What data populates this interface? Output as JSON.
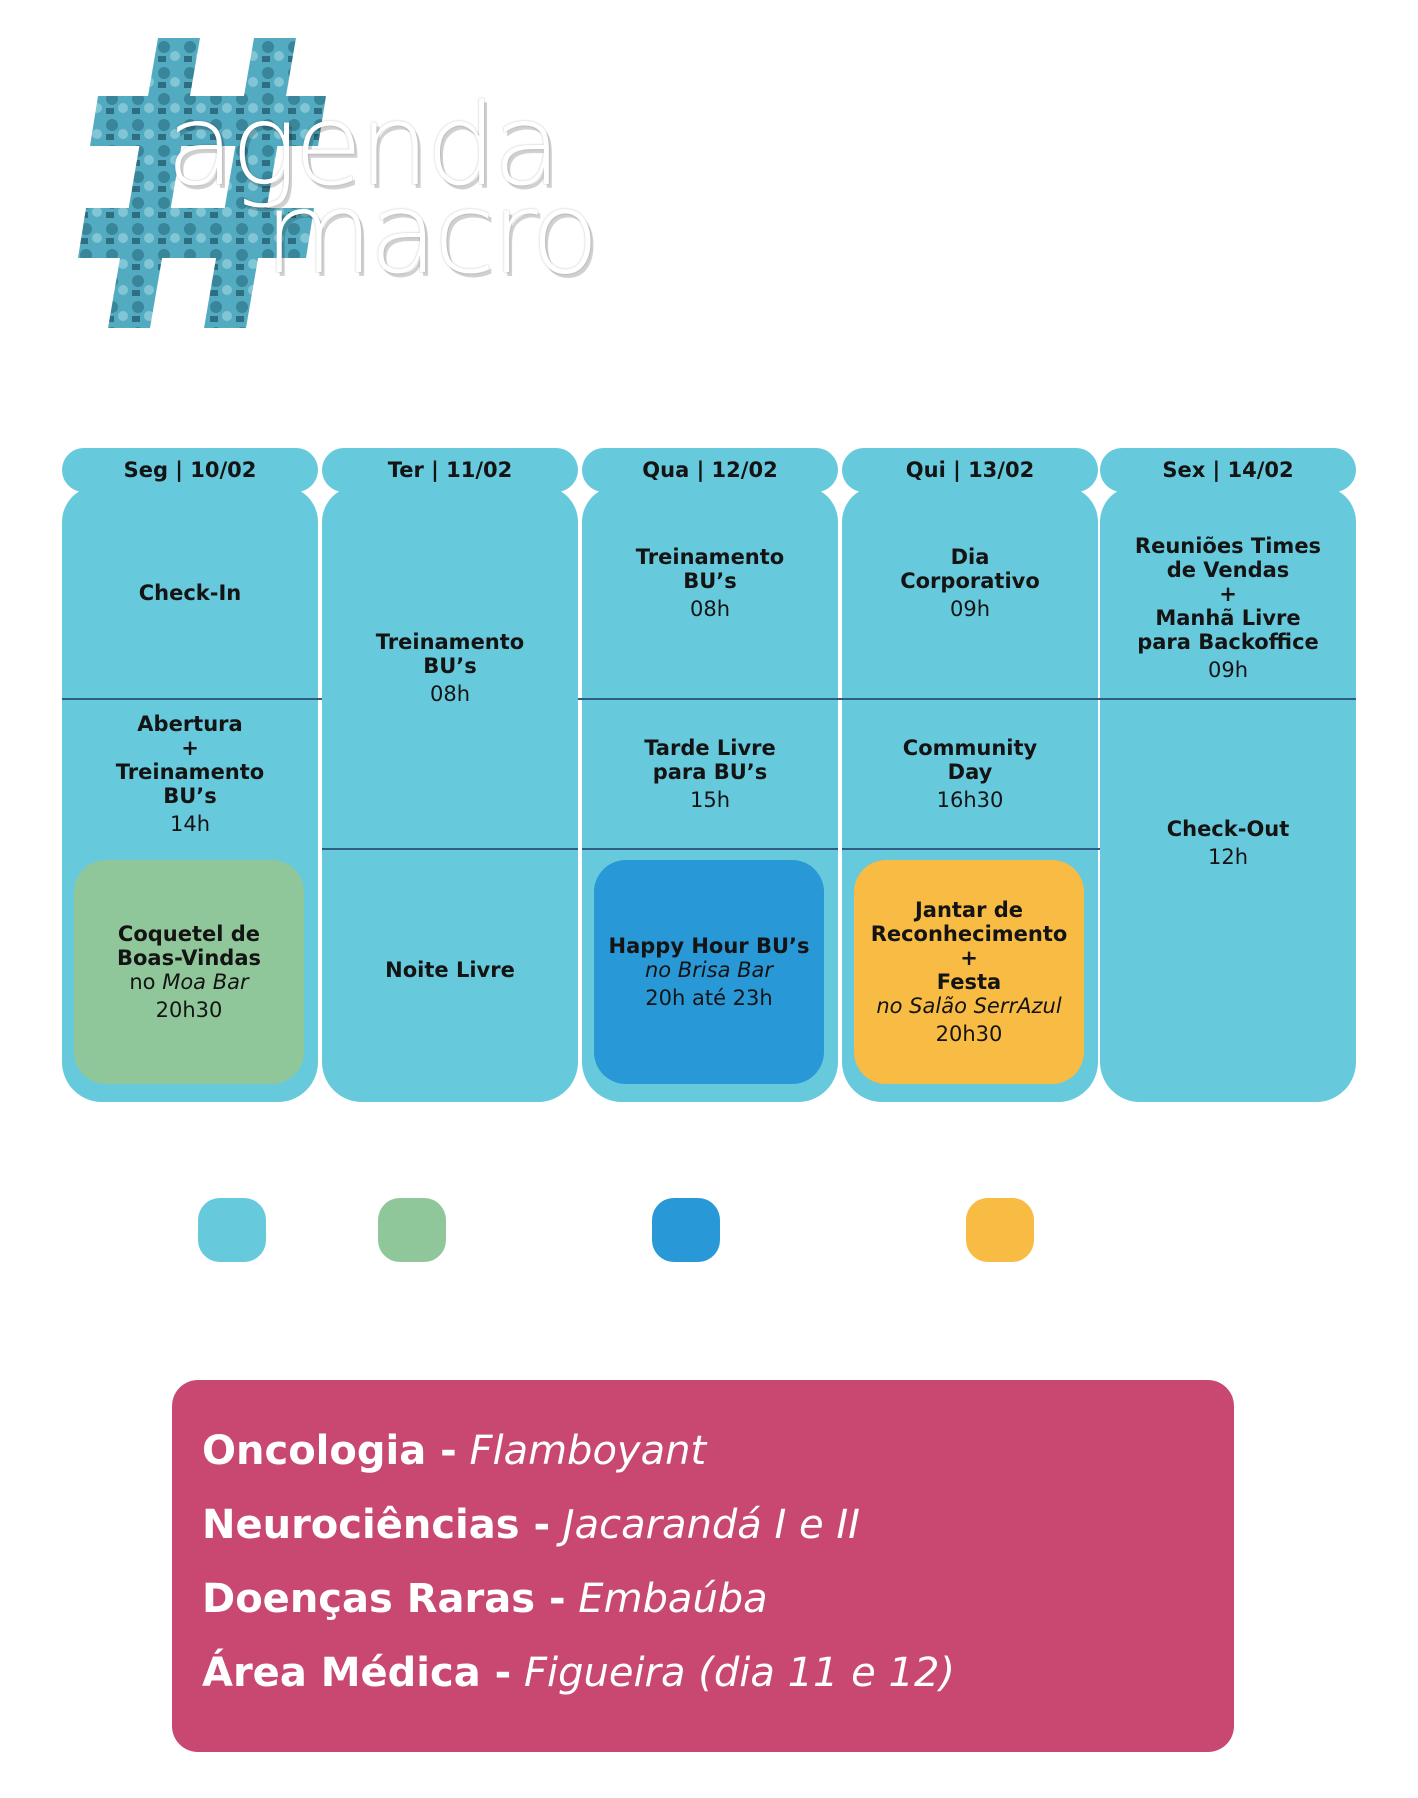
{
  "logo": {
    "line1": "agenda",
    "line2": "macro"
  },
  "days": [
    {
      "tab": "Seg | 10/02"
    },
    {
      "tab": "Ter | 11/02"
    },
    {
      "tab": "Qua | 12/02"
    },
    {
      "tab": "Qui | 13/02"
    },
    {
      "tab": "Sex | 14/02"
    }
  ],
  "seg": {
    "checkin": "Check-In",
    "abertura": "Abertura",
    "plus": "+",
    "treino": "Treinamento",
    "bus": "BU’s",
    "time": "14h",
    "coq1": "Coquetel de",
    "coq2": "Boas-Vindas",
    "coq_pre": "no",
    "coq_place": "Moa Bar",
    "coq_time": "20h30"
  },
  "ter": {
    "treino": "Treinamento",
    "bus": "BU’s",
    "time": "08h",
    "noite": "Noite Livre"
  },
  "qua": {
    "treino": "Treinamento",
    "bus": "BU’s",
    "time": "08h",
    "tarde1": "Tarde Livre",
    "tarde2": "para BU’s",
    "tarde_time": "15h",
    "happy": "Happy Hour BU’s",
    "happy_place": "no Brisa Bar",
    "happy_time": "20h até 23h"
  },
  "qui": {
    "dia1": "Dia",
    "dia2": "Corporativo",
    "dia_time": "09h",
    "comm1": "Community",
    "comm2": "Day",
    "comm_time": "16h30",
    "j1": "Jantar de",
    "j2": "Reconhecimento",
    "plus": "+",
    "j3": "Festa",
    "j_place": "no Salão SerrAzul",
    "j_time": "20h30"
  },
  "sex": {
    "r1": "Reuniões Times",
    "r2": "de Vendas",
    "plus": "+",
    "r3": "Manhã Livre",
    "r4": "para Backoffice",
    "r_time": "09h",
    "co": "Check-Out",
    "co_time": "12h"
  },
  "legend_colors": [
    "#66c9dc",
    "#90c79a",
    "#2898d6",
    "#f8bb43"
  ],
  "rooms": [
    {
      "name": "Oncologia -",
      "place": "Flamboyant"
    },
    {
      "name": "Neurociências -",
      "place": "Jacarandá I e II"
    },
    {
      "name": "Doenças Raras -",
      "place": "Embaúba"
    },
    {
      "name": "Área Médica -",
      "place": "Figueira (dia 11 e 12)"
    }
  ],
  "colors": {
    "cyan": "#66c9dc",
    "green": "#90c79a",
    "blue": "#2898d6",
    "yellow": "#f8bb43",
    "magenta": "#c84872"
  }
}
